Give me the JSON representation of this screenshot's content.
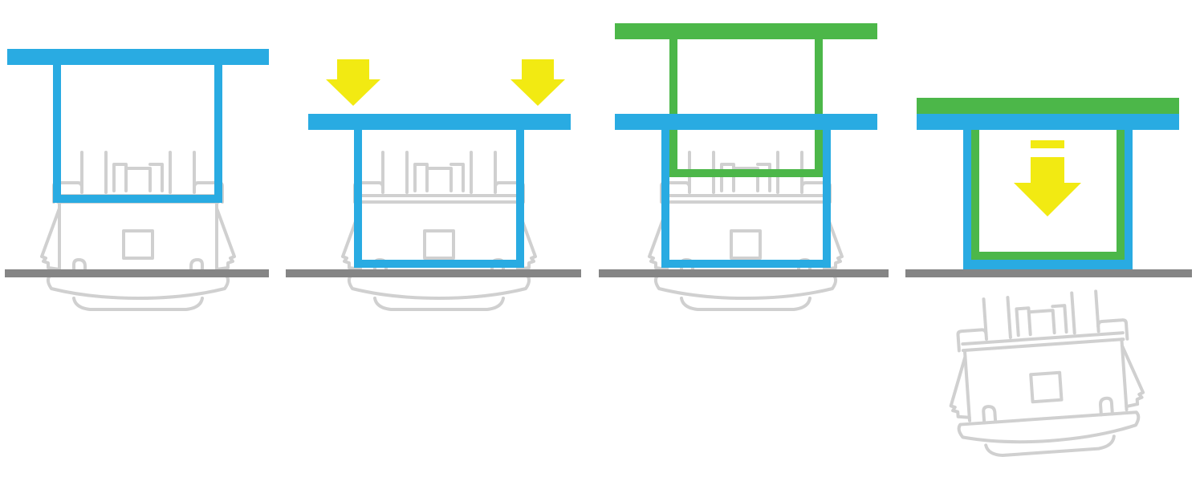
{
  "colors": {
    "background": "#ffffff",
    "blue_tool": "#29abe2",
    "green_tool": "#4cb749",
    "yellow_arrow": "#f2ea12",
    "ground_line": "#858585",
    "component_outline": "#d0d0d0"
  },
  "steps": [
    {
      "id": "step-1",
      "elements": [
        "component-outline",
        "blue-tool",
        "ground-line"
      ]
    },
    {
      "id": "step-2",
      "elements": [
        "component-outline",
        "blue-tool",
        "ground-line",
        "press-arrow-left",
        "press-arrow-right"
      ]
    },
    {
      "id": "step-3",
      "elements": [
        "component-outline",
        "blue-tool",
        "green-tool",
        "ground-line"
      ]
    },
    {
      "id": "step-4",
      "elements": [
        "blue-tool",
        "green-tool",
        "ground-line",
        "push-down-arrow",
        "ejected-component-outline"
      ]
    }
  ],
  "icons": {
    "press_arrow": "down-arrow-icon",
    "push_arrow": "down-arrow-icon",
    "component": "connector-component-icon"
  }
}
